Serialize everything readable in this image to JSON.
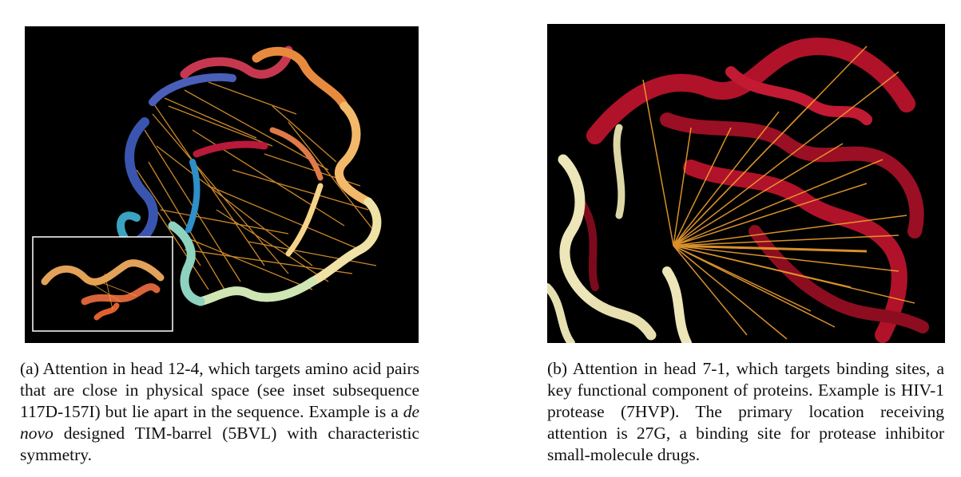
{
  "figure_a": {
    "caption_pre": "(a) Attention in head 12-4, which targets amino acid pairs that are close in physical space (see inset subsequence 117D-157I) but lie apart in the sequence. Example is a ",
    "caption_italic": "de novo",
    "caption_post": " designed TIM-barrel (5BVL) with characteristic symmetry."
  },
  "figure_b": {
    "caption": "(b) Attention in head 7-1, which targets binding sites, a key functional component of proteins. Example is HIV-1 protease (7HVP). The primary location receiving attention is 27G, a binding site for protease inhibitor small-molecule drugs."
  },
  "colors": {
    "background": "#000000",
    "attention_line": "#f0a030",
    "ribbon_red": "#b0122a",
    "ribbon_cream": "#ece6b8",
    "inset_border": "#ffffff"
  }
}
